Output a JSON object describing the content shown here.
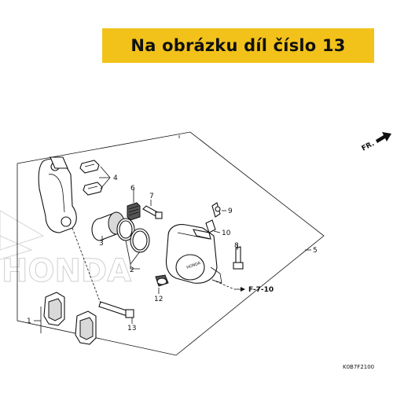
{
  "banner": {
    "text": "Na obrázku díl číslo 13"
  },
  "watermark": {
    "text": "HONDA"
  },
  "direction": {
    "label": "FR."
  },
  "callouts": [
    "1",
    "2",
    "3",
    "4",
    "5",
    "6",
    "7",
    "8",
    "9",
    "10",
    "12",
    "13"
  ],
  "reference": {
    "label": "F-7-10"
  },
  "diagram_code": {
    "text": "K0B7F2100"
  },
  "colors": {
    "banner_bg": "#f2c21a",
    "line": "#111111",
    "watermark": "#cfcfcf"
  }
}
